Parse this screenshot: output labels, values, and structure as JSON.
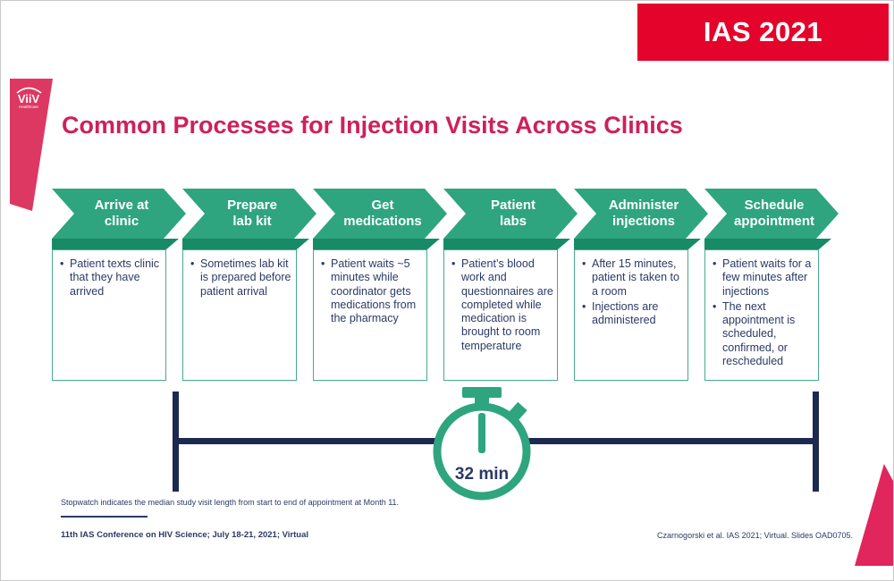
{
  "banner": {
    "label": "IAS 2021"
  },
  "logo": {
    "brand": "ViiV",
    "sub": "Healthcare"
  },
  "title": "Common Processes for Injection Visits Across Clinics",
  "steps": [
    {
      "header": "Arrive at\nclinic",
      "bullets": [
        "Patient texts clinic that they have arrived"
      ]
    },
    {
      "header": "Prepare\nlab kit",
      "bullets": [
        "Sometimes lab kit is prepared before patient arrival"
      ]
    },
    {
      "header": "Get\nmedications",
      "bullets": [
        "Patient waits ~5 minutes while coordinator gets medications from the pharmacy"
      ]
    },
    {
      "header": "Patient\nlabs",
      "bullets": [
        "Patient’s blood work and questionnaires are completed while medication is brought to room temperature"
      ]
    },
    {
      "header": "Administer\ninjections",
      "bullets": [
        "After 15 minutes, patient is taken to a room",
        "Injections are administered"
      ]
    },
    {
      "header": "Schedule\nappointment",
      "bullets": [
        "Patient waits for a few minutes after injections",
        "The next appointment is scheduled, confirmed, or rescheduled"
      ]
    }
  ],
  "timeline": {
    "duration_label": "32 min"
  },
  "footnote": "Stopwatch indicates the median study visit length from start to end of appointment at Month 11.",
  "footer_left": "11th IAS Conference on HIV Science; July 18-21, 2021; Virtual",
  "footer_right": "Czarnogorski et al. IAS 2021; Virtual. Slides OAD0705.",
  "colors": {
    "banner_red": "#E4032B",
    "title_crimson": "#CE205C",
    "chevron_green": "#2EA57E",
    "strip_green": "#188A66",
    "navy": "#2B3A67",
    "timeline_navy": "#1C2951",
    "wedge_pink": "#E0265C"
  }
}
